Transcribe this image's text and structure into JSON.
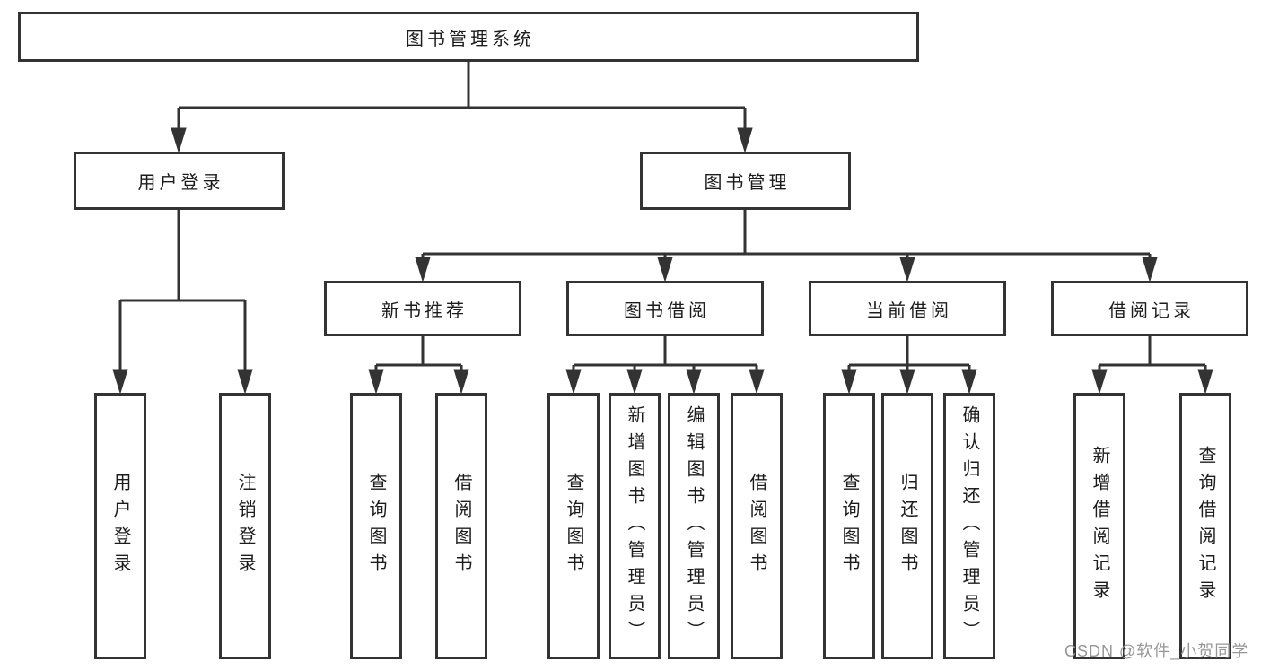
{
  "colors": {
    "line": "#333333",
    "box_border": "#333333",
    "box_fill": "#ffffff",
    "text": "#1c1c1c",
    "watermark": "#979797"
  },
  "watermark": {
    "text": "CSDN @软件_小贺同学"
  },
  "tree": {
    "label": "图书管理系统",
    "children": [
      {
        "label": "用户登录",
        "children": [
          {
            "label": "用户登录"
          },
          {
            "label": "注销登录"
          }
        ]
      },
      {
        "label": "图书管理",
        "children": [
          {
            "label": "新书推荐",
            "children": [
              {
                "label": "查询图书"
              },
              {
                "label": "借阅图书"
              }
            ]
          },
          {
            "label": "图书借阅",
            "children": [
              {
                "label": "查询图书"
              },
              {
                "label": "新增图书（管理员）"
              },
              {
                "label": "编辑图书（管理员）"
              },
              {
                "label": "借阅图书"
              }
            ]
          },
          {
            "label": "当前借阅",
            "children": [
              {
                "label": "查询图书"
              },
              {
                "label": "归还图书"
              },
              {
                "label": "确认归还（管理员）"
              }
            ]
          },
          {
            "label": "借阅记录",
            "children": [
              {
                "label": "新增借阅记录"
              },
              {
                "label": "查询借阅记录"
              }
            ]
          }
        ]
      }
    ]
  }
}
